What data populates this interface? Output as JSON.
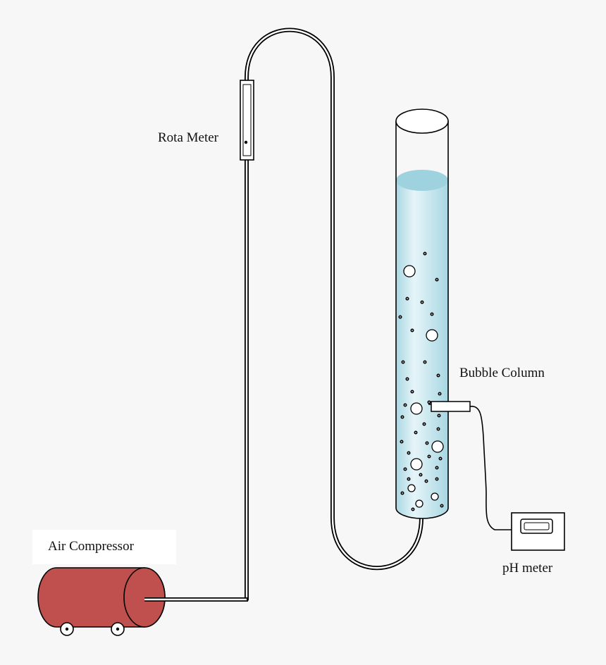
{
  "labels": {
    "rota_meter": "Rota Meter",
    "bubble_column": "Bubble Column",
    "air_compressor": "Air Compressor",
    "ph_meter": "pH meter"
  },
  "colors": {
    "background": "#f7f7f7",
    "compressor_body": "#c0504d",
    "liquid": "#b9e1eb",
    "liquid_surface": "#9fd2df",
    "outline": "#000000"
  }
}
